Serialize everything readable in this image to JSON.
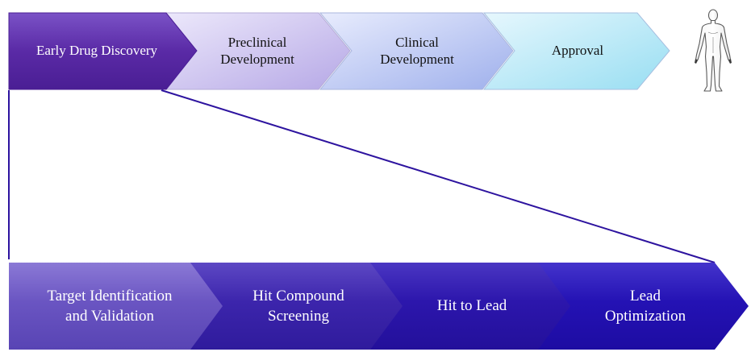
{
  "diagram": {
    "top_stages": [
      {
        "label": "Early Drug Discovery"
      },
      {
        "label": "Preclinical\nDevelopment"
      },
      {
        "label": "Clinical\nDevelopment"
      },
      {
        "label": "Approval"
      }
    ],
    "bottom_stages": [
      {
        "label": "Target Identification\nand Validation"
      },
      {
        "label": "Hit Compound\nScreening"
      },
      {
        "label": "Hit to Lead"
      },
      {
        "label": "Lead\nOptimization"
      }
    ],
    "end_icon": "human-body-icon",
    "colors": {
      "early_discovery": "#5a2aa6",
      "preclinical": "#c3b8ea",
      "clinical": "#aeb8ee",
      "approval": "#aee6f5",
      "bottom_light": "#6e59c6",
      "bottom_mid": "#3a22a8",
      "bottom_dark": "#2b12ad",
      "connector": "#2d139f"
    }
  }
}
